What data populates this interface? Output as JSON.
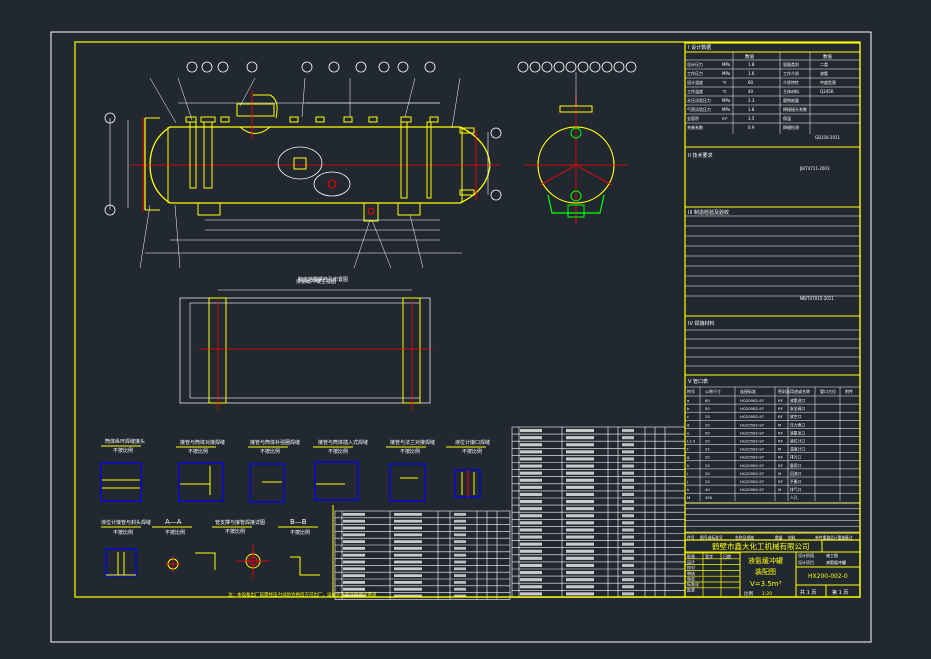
{
  "drawing": {
    "type": "CAD assembly drawing",
    "colors": {
      "background": "#212830",
      "outer_frame": "#ffffff",
      "inner_frame": "#ffff00",
      "center_line": "#ff0000",
      "vessel": "#ffff00",
      "support": "#00ff00",
      "detail_box": "#0000ff"
    }
  },
  "title_block": {
    "company": "鹤壁市鑫大化工机械有限公司",
    "drawing_name_line1": "液氨缓冲罐",
    "drawing_name_line2": "装配图",
    "volume": "V=3.5m³",
    "drawing_number": "HX200-002-0",
    "sheet_total": "共 1 页",
    "sheet_no": "第 1 页",
    "scale_label": "比例",
    "scale_value": "1:20",
    "design_stage_label": "设计阶段",
    "design_stage_value": "施工图",
    "project_label": "设计项目",
    "project_value": "液氨缓冲罐",
    "signatures": [
      "职责",
      "签字",
      "日期",
      "设计",
      "校对",
      "审核",
      "审定",
      "标准化",
      "批准"
    ]
  },
  "tech_table": {
    "section1_title": "I 设计数据",
    "section2_title": "II 技术要求",
    "section3_title": "III 制造检验及验收",
    "section4_title": "IV 焊接材料",
    "section5_title": "V 管口表",
    "col_headers": [
      "项目",
      "数值",
      "项目",
      "数值"
    ],
    "rows": [
      [
        "设计压力",
        "MPa",
        "1.8",
        "容器类别",
        "二类"
      ],
      [
        "工作压力",
        "MPa",
        "1.6",
        "工作介质",
        "液氨"
      ],
      [
        "设计温度",
        "℃",
        "60",
        "介质特性",
        "中度危害"
      ],
      [
        "工作温度",
        "℃",
        "40",
        "主体材料",
        "Q345R"
      ],
      [
        "水压试验压力",
        "MPa",
        "2.3",
        "腐蚀裕量",
        ""
      ],
      [
        "气密试验压力",
        "MPa",
        "1.8",
        "焊接接头系数",
        ""
      ],
      [
        "全容积",
        "m³",
        "3.5",
        "保温",
        ""
      ],
      [
        "充装系数",
        "",
        "0.9",
        "焊缝检测",
        ""
      ]
    ],
    "standard": "GB150-2011",
    "weld_std": "NB/T47015-2011",
    "paint_std": "JB/T4711-2003"
  },
  "nozzle_table": {
    "headers": [
      "符号",
      "公称尺寸",
      "连接标准",
      "密封面",
      "用途或名称",
      "管口方位",
      "附件"
    ],
    "rows": [
      [
        "a",
        "80",
        "HG20592-97",
        "RF",
        "液氨进口"
      ],
      [
        "b",
        "50",
        "HG20592-97",
        "RF",
        "安全阀口"
      ],
      [
        "c",
        "25",
        "HG20592-97",
        "RF",
        "放空口"
      ],
      [
        "d",
        "20",
        "HG20592-97",
        "M",
        "压力表口"
      ],
      [
        "e",
        "50",
        "HG20592-97",
        "RF",
        "液氨出口"
      ],
      [
        "L1-2",
        "20",
        "HG20592-97",
        "RF",
        "液位计口"
      ],
      [
        "f",
        "32",
        "HG20592-97",
        "M",
        "温度计口"
      ],
      [
        "g",
        "20",
        "HG20592-97",
        "RF",
        "排污口"
      ],
      [
        "h",
        "25",
        "HG20592-97",
        "RF",
        "备用口"
      ],
      [
        "i",
        "20",
        "HG20592-97",
        "M",
        "回流口"
      ],
      [
        "j",
        "25",
        "HG20592-97",
        "RF",
        "平衡口"
      ],
      [
        "k",
        "40",
        "HG20592-97",
        "M",
        "排气口"
      ],
      [
        "M",
        "450",
        "",
        "",
        "人孔"
      ]
    ]
  },
  "bom_header": [
    "件号",
    "图号或标准号",
    "名称及规格",
    "数量",
    "材料",
    "单件重量",
    "总计重量",
    "备注"
  ],
  "main_view": {
    "caption": "液氨缓冲罐主视图"
  },
  "support_view": {
    "caption": "鞍座地脚螺栓孔布置图"
  },
  "details": [
    {
      "title": "筒体纵环焊缝接头",
      "scale": "不按比例"
    },
    {
      "title": "接管与筒体对接焊缝",
      "scale": "不按比例"
    },
    {
      "title": "接管与筒体补强圈焊缝",
      "scale": "不按比例"
    },
    {
      "title": "接管与筒体插入式焊缝",
      "scale": "不按比例"
    },
    {
      "title": "接管与法兰对接焊缝",
      "scale": "不按比例"
    },
    {
      "title": "液位计接口焊缝",
      "scale": "不按比例"
    },
    {
      "title": "液位计接管与封头焊缝",
      "scale": "不按比例"
    },
    {
      "title": "A—A",
      "scale": "不按比例"
    },
    {
      "title": "管支撑与接管焊接详图",
      "scale": "不按比例"
    },
    {
      "title": "B—B",
      "scale": "不按比例"
    }
  ],
  "note_yellow": "注：本设备出厂前需经压力试验合格后方可出厂，设备外表面涂防锈漆两道"
}
